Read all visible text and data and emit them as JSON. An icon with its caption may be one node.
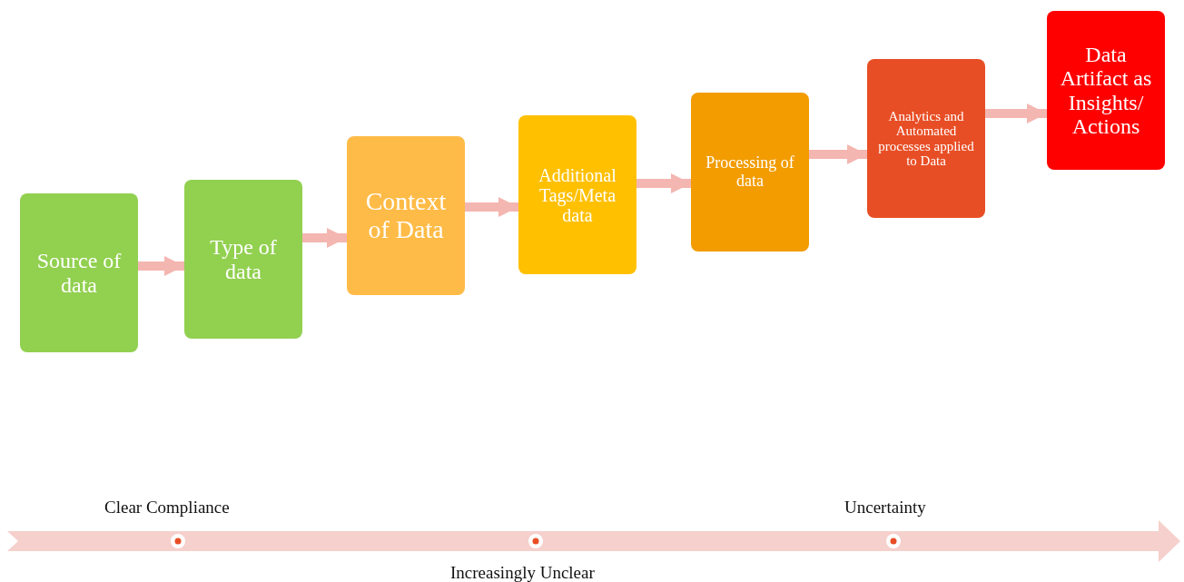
{
  "diagram": {
    "nodes": [
      {
        "text": [
          "Source of data"
        ]
      },
      {
        "text": [
          "Type of data"
        ]
      },
      {
        "text": [
          "Context of Data"
        ]
      },
      {
        "text": [
          "Additional Tags/Meta data"
        ]
      },
      {
        "text": [
          "Processing of data"
        ]
      },
      {
        "text": [
          "Analytics and Automated processes applied to Data"
        ]
      },
      {
        "text": [
          "Data Artifact as Insights/ Actions"
        ]
      }
    ],
    "edges": [
      {
        "from": 0,
        "to": 1,
        "arrow": "to"
      },
      {
        "from": 1,
        "to": 2,
        "arrow": "to"
      },
      {
        "from": 2,
        "to": 3,
        "arrow": "to"
      },
      {
        "from": 3,
        "to": 4,
        "arrow": "to"
      },
      {
        "from": 4,
        "to": 5,
        "arrow": "to"
      },
      {
        "from": 5,
        "to": 6,
        "arrow": "to"
      }
    ],
    "labels": [
      "Clear Compliance",
      "Uncertainty",
      "Increasingly Unclear"
    ]
  }
}
